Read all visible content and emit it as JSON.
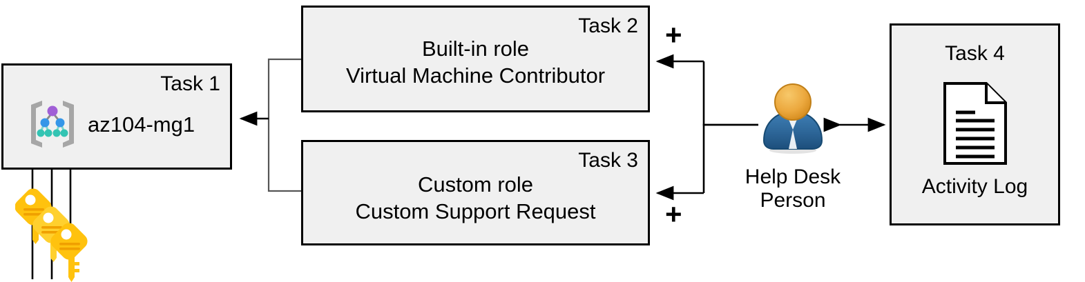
{
  "diagram": {
    "title": "Azure RBAC task diagram",
    "background": "#ffffff",
    "box_fill": "#f0f0f0",
    "box_stroke": "#000000",
    "accent_key": "#ffc20e",
    "accent_person_head": "#e8a33d",
    "accent_person_body": "#2e6da4"
  },
  "task1": {
    "tag": "Task 1",
    "label": "az104-mg1",
    "icon": "management-group-icon"
  },
  "task2": {
    "tag": "Task 2",
    "line1": "Built-in role",
    "line2": "Virtual Machine Contributor"
  },
  "task3": {
    "tag": "Task 3",
    "line1": "Custom role",
    "line2": "Custom Support Request"
  },
  "task4": {
    "tag": "Task 4",
    "caption": "Activity Log",
    "icon": "document-icon"
  },
  "person": {
    "icon": "user-person-icon",
    "caption_line1": "Help Desk",
    "caption_line2": "Person"
  },
  "keys": {
    "icon": "keys-icon",
    "count": 3
  },
  "operators": {
    "plus_top": "+",
    "plus_bottom": "+"
  }
}
